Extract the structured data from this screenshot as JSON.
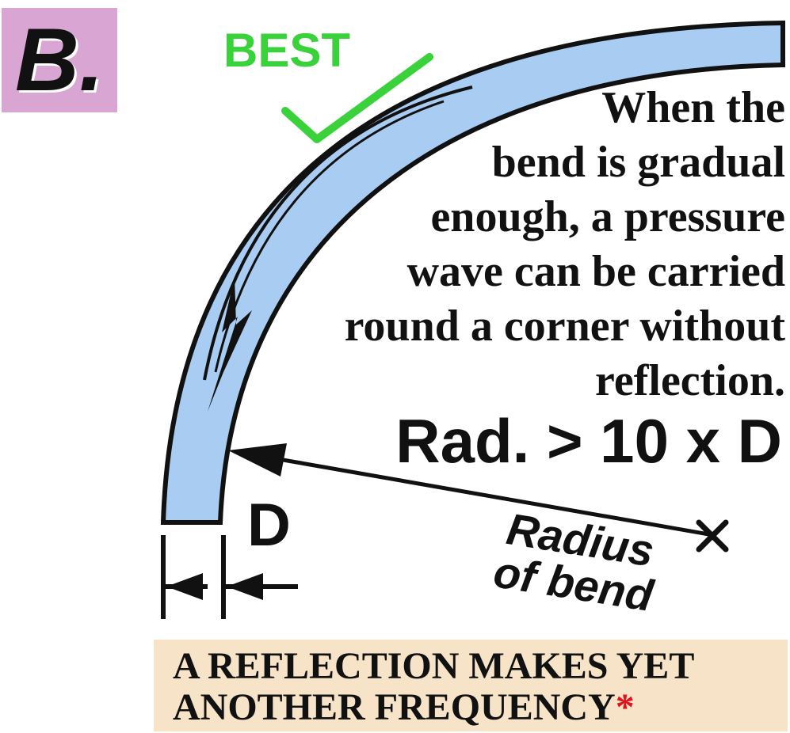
{
  "panel_label": "B.",
  "rating": "BEST",
  "description_lines": [
    "When the",
    "bend is gradual",
    "enough,  a pressure",
    "wave can be carried",
    "round a corner without",
    "reflection."
  ],
  "formula": "Rad. > 10 x D",
  "dimension_label": "D",
  "radius_label": {
    "line1": "Radius",
    "line2": "of bend"
  },
  "footer": {
    "line1": "A REFLECTION MAKES YET",
    "line2": "ANOTHER FREQUENCY",
    "asterisk": "*"
  },
  "colors": {
    "pipe_fill": "#a9cdf2",
    "outline": "#111111",
    "check_green": "#3ad23a",
    "label_box": "#d9a6d3",
    "footer_bg": "#f7e3c8",
    "asterisk_red": "#e0141e"
  },
  "icons": [
    "check-mark-icon",
    "cross-center-icon",
    "wave-arrow-icon",
    "arrow-icon"
  ]
}
